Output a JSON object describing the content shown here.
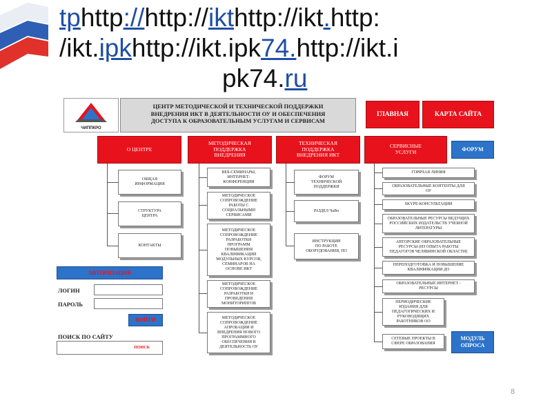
{
  "title": {
    "line1_parts": [
      {
        "text": "tp",
        "link": true
      },
      {
        "text": "http",
        "link": false
      },
      {
        "text": "://",
        "link": true
      },
      {
        "text": "http://",
        "link": false
      },
      {
        "text": "ikt",
        "link": true
      },
      {
        "text": "http://ikt",
        "link": false
      },
      {
        "text": ".",
        "link": true
      },
      {
        "text": "http:",
        "link": false
      }
    ],
    "line2_parts": [
      {
        "text": "/ikt.",
        "link": false
      },
      {
        "text": "ipk",
        "link": true
      },
      {
        "text": "http://ikt.ipk",
        "link": false
      },
      {
        "text": "74.",
        "link": true
      },
      {
        "text": "http://ikt.i",
        "link": false
      }
    ],
    "line3_parts": [
      {
        "text": "pk74.",
        "link": false
      },
      {
        "text": "ru",
        "link": true
      }
    ]
  },
  "logo": {
    "text": "ЧИППКРО"
  },
  "header": {
    "lines": [
      "ЦЕНТР МЕТОДИЧЕСКОЙ И ТЕХНИЧЕСКОЙ ПОДДЕРЖКИ",
      "ВНЕДРЕНИЯ ИКТ В ДЕЯТЕЛЬНОСТИ ОУ И ОБЕСПЕЧЕНИЯ",
      "ДОСТУПА К ОБРАЗОВАТЕЛЬНЫМ УСЛУГАМ И СЕРВИСАМ"
    ],
    "home_label": "ГЛАВНАЯ",
    "sitemap_label": "КАРТА САЙТА"
  },
  "columns": [
    {
      "label_lines": [
        "О ЦЕНТРЕ"
      ]
    },
    {
      "label_lines": [
        "МЕТОДИЧЕСКАЯ",
        "ПОДДЕРЖКА",
        "ВНЕДРЕНИЯ"
      ]
    },
    {
      "label_lines": [
        "ТЕХНИЧЕСКАЯ",
        "ПОДДЕРЖКА",
        "ВНЕДРЕНИЯ ИКТ"
      ]
    },
    {
      "label_lines": [
        "СЕРВИСНЫЕ",
        "УСЛУГИ"
      ]
    }
  ],
  "forum_label": "ФОРУМ",
  "about_items": [
    {
      "lines": [
        "ОБЩАЯ",
        "ИНФОРМАЦИЯ"
      ]
    },
    {
      "lines": [
        "СТРУКТУРА",
        "ЦЕНТРА"
      ]
    },
    {
      "lines": [
        "КОНТАКТЫ"
      ]
    }
  ],
  "method_items": [
    {
      "lines": [
        "ВЕБ-СЕМИНАРЫ,",
        "ИНТЕРНЕТ-",
        "КОНФЕРЕНЦИИ"
      ]
    },
    {
      "lines": [
        "МЕТОДИЧЕСКОЕ",
        "СОПРОВОЖДЕНИЕ",
        "РАБОТЫ С",
        "СОЦИАЛЬНЫМИ",
        "СЕРВИСАМИ"
      ]
    },
    {
      "lines": [
        "МЕТОДИЧЕСКОЕ",
        "СОПРОВОЖДЕНИЕ",
        "РАЗРАБОТКИ",
        "ПРОГРАММ",
        "ПОВЫШЕНИЯ",
        "КВАЛИФИКАЦИИ",
        "МОДУЛЬНЫХ КУРСОВ,",
        "СЕМИНАРОВ НА",
        "ОСНОВЕ ИКТ"
      ]
    },
    {
      "lines": [
        "МЕТОДИЧЕСКОЕ",
        "СОПРОВОЖДЕНИЕ",
        "РАЗРАБОТКИ И",
        "ПРОВЕДЕНИЯ",
        "МОНИТОРИНГОВ"
      ]
    },
    {
      "lines": [
        "МЕТОДИЧЕСКОЕ",
        "СОПРОВОЖДЕНИЕ",
        "АПРОБАЦИИ И",
        "ВНЕДРЕНИЯ НОВОГО",
        "ПРОГРАММНОГО",
        "ОБЕСПЕЧЕНИЯ В",
        "ДЕЯТЕЛЬНОСТЬ ОУ"
      ]
    }
  ],
  "tech_items": [
    {
      "lines": [
        "ФОРУМ",
        "ТЕХНИЧЕСКОЙ",
        "ПОДДЕРЖКИ"
      ]
    },
    {
      "lines": [
        "РАЗДЕЛ ЧаВо"
      ]
    },
    {
      "lines": [
        "ИНСТРУКЦИИ",
        "ПО РАБОТЕ",
        "ОБОРУДОВАНИЯ, ПО"
      ]
    }
  ],
  "service_items": [
    {
      "lines": [
        "ГОРЯЧАЯ ЛИНИЯ"
      ]
    },
    {
      "lines": [
        "ОБРАЗОВАТЕЛЬНЫЕ КОНТЕНТЫ ДЛЯ",
        "ОУ"
      ]
    },
    {
      "lines": [
        "SKYPE-КОНСУЛЬТАЦИИ"
      ]
    },
    {
      "lines": [
        "ОБРАЗОВАТЕЛЬНЫЕ РЕСУРСЫ ВЕДУЩИХ",
        "РОССИЙСКИХ ИЗДАТЕЛЬСТВ УЧЕБНОЙ",
        "ЛИТЕРАТУРЫ"
      ]
    },
    {
      "lines": [
        "АВТОРСКИЕ ОБРАЗОВАТЕЛЬНЫЕ",
        "РЕСУРСЫ (ИЗ ОПЫТА РАБОТЫ",
        "ПЕДАГОГОВ ЧЕЛЯБИНСКОЙ ОБЛАСТИ)"
      ]
    },
    {
      "lines": [
        "ПЕРЕПОДГОТОВКА И ПОВЫШЕНИЕ",
        "КВАЛИФИКАЦИИ ДО"
      ]
    },
    {
      "lines": [
        "ОБРАЗОВАТЕЛЬНЫЕ ИНТЕРНЕТ -",
        "РЕСУРСЫ"
      ]
    },
    {
      "lines": [
        "ПЕРИОДИЧЕСКИЕ",
        "ИЗДАНИЯ ДЛЯ",
        "ПЕДАГОГИЧЕСКИХ И",
        "РУКОВОДЯЩИХ",
        "РАБОТНИКОВ ОО"
      ]
    },
    {
      "lines": [
        "СЕТЕВЫЕ ПРОЕКТЫ В",
        "СФЕРЕ ОБРАЗОВАНИЯ"
      ]
    }
  ],
  "poll_label_lines": [
    "МОДУЛЬ",
    "ОПРОСА"
  ],
  "auth": {
    "header": "АВТОРИЗАЦИЯ",
    "login_label": "ЛОГИН",
    "password_label": "ПАРОЛЬ",
    "login_value": "",
    "password_value": "",
    "submit_label": "ВОЙТИ"
  },
  "search": {
    "label": "ПОИСК ПО САЙТУ",
    "button_label": "ПОИСК"
  },
  "page_number": "8",
  "colors": {
    "accent_red": "#e8121c",
    "accent_blue": "#2c73c9",
    "header_gray": "#d9d9d9",
    "link_blue": "#1f4ea3"
  }
}
